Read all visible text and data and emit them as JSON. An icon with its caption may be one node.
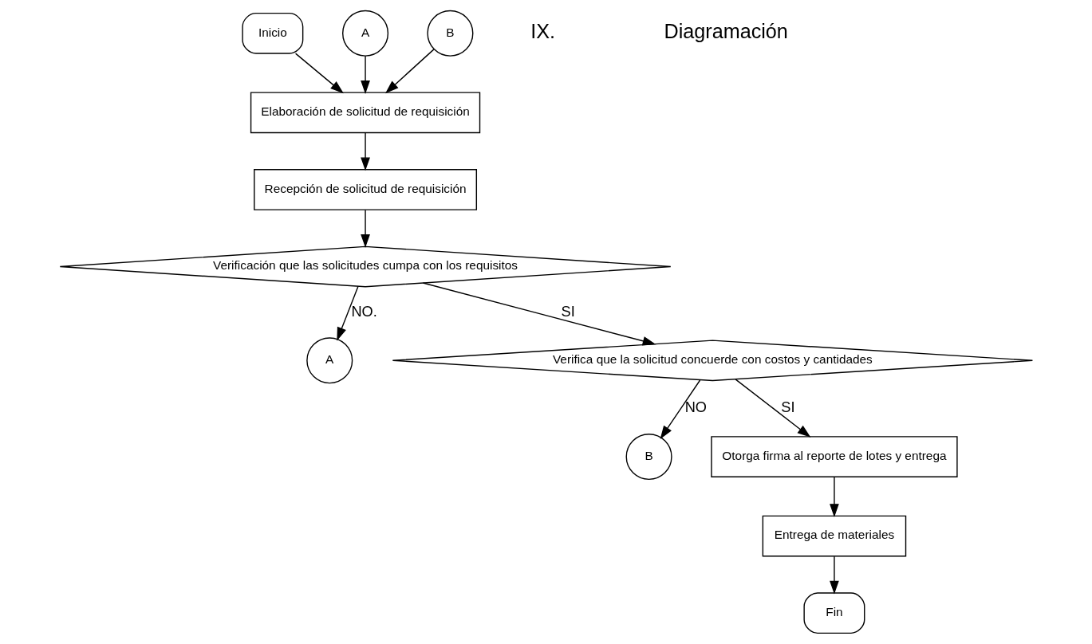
{
  "diagram": {
    "nodes": [
      {
        "text": [
          "Inicio"
        ]
      },
      {
        "text": [
          "Elaboración de solicitud de requisición"
        ]
      },
      {
        "text": [
          "A"
        ]
      },
      {
        "text": [
          "B"
        ]
      },
      {
        "text": [
          "Recepción de solicitud de requisición"
        ]
      },
      {
        "text": [
          "Verificación que las solicitudes cumpa con los requisitos"
        ]
      },
      {
        "text": [
          "A"
        ]
      },
      {
        "text": [
          "B"
        ]
      },
      {
        "text": [
          "Verifica que la solicitud concuerde con costos y cantidades"
        ]
      },
      {
        "text": [
          "Otorga firma al reporte de lotes y entrega"
        ]
      },
      {
        "text": [
          "Entrega de materiales"
        ]
      },
      {
        "text": [
          "Fin"
        ]
      }
    ],
    "edges": [
      {
        "from": 0,
        "to": 1,
        "arrow": "to"
      },
      {
        "from": 2,
        "to": 1,
        "arrow": "to"
      },
      {
        "from": 3,
        "to": 1,
        "arrow": "to"
      },
      {
        "from": 1,
        "to": 4,
        "arrow": "to"
      },
      {
        "from": 4,
        "to": 5,
        "arrow": "to"
      },
      {
        "from": 5,
        "to": 6,
        "arrow": "to",
        "label": "NO."
      },
      {
        "from": 5,
        "to": 8,
        "arrow": "to",
        "label": "SI"
      },
      {
        "from": 8,
        "to": 7,
        "arrow": "to",
        "label": "NO"
      },
      {
        "from": 8,
        "to": 9,
        "arrow": "to",
        "label": "SI"
      },
      {
        "from": 9,
        "to": 10,
        "arrow": "to"
      },
      {
        "from": 10,
        "to": 11,
        "arrow": "to"
      }
    ],
    "labels": [
      "IX.",
      "Diagramación"
    ]
  }
}
